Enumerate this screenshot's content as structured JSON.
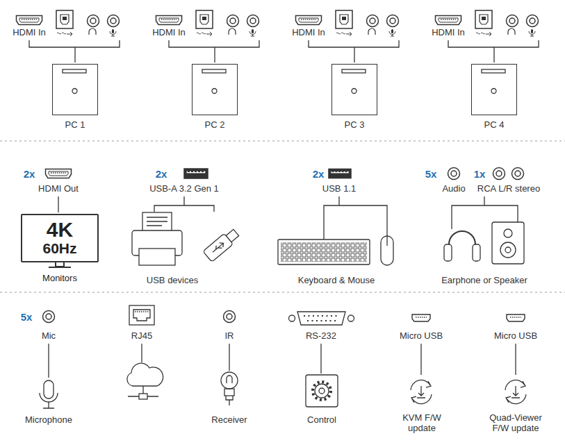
{
  "diagram": {
    "nodes": [
      {
        "text": [
          "PC 1"
        ]
      },
      {
        "text": [
          "PC 2"
        ]
      },
      {
        "text": [
          "PC 3"
        ]
      },
      {
        "text": [
          "PC 4"
        ]
      },
      {
        "text": [
          "4K",
          "60Hz",
          "Monitors"
        ]
      }
    ],
    "labels": [
      "HDMI In",
      "HDMI In",
      "HDMI In",
      "HDMI In",
      "2x",
      "HDMI Out",
      "2x",
      "USB-A 3.2 Gen 1",
      "2x",
      "USB 1.1",
      "5x",
      "Audio",
      "1x",
      "RCA L/R stereo",
      "USB devices",
      "Keyboard & Mouse",
      "Earphone or Speaker",
      "5x",
      "Mic",
      "RJ45",
      "IR",
      "RS-232",
      "Micro USB",
      "Micro USB",
      "Microphone",
      "Receiver",
      "Control",
      "KVM F/W update",
      "Quad-Viewer F/W update"
    ]
  }
}
